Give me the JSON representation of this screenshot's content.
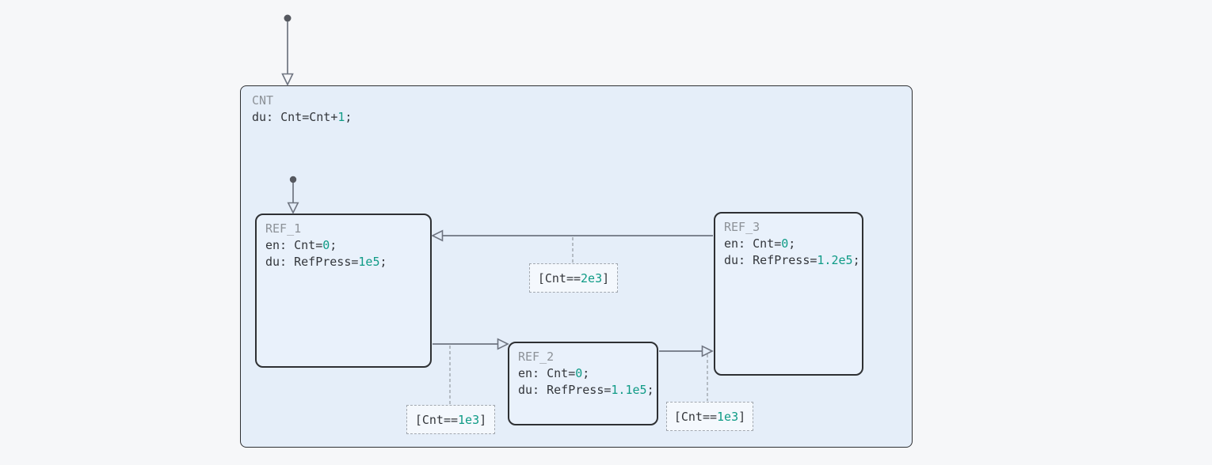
{
  "diagram": {
    "type": "stateflow-state-chart",
    "colors": {
      "page_background": "#f6f7f9",
      "outer_state_fill": "#e5eef9",
      "substate_fill": "#e9f1fb",
      "state_border": "#2e3033",
      "transition_line": "#6e7480",
      "state_title": "#8d9298",
      "code_text": "#33363b",
      "numeric_literal": "#0f9b86",
      "label_dashed_border": "#a2a8b0"
    },
    "states": {
      "cnt": {
        "title": "CNT",
        "du": {
          "pre": "du: Cnt=Cnt+",
          "num": "1",
          "post": ";"
        }
      },
      "ref1": {
        "title": "REF_1",
        "en": {
          "pre": "en: Cnt=",
          "num": "0",
          "post": ";"
        },
        "du": {
          "pre": "du: RefPress=",
          "num": "1e5",
          "post": ";"
        }
      },
      "ref2": {
        "title": "REF_2",
        "en": {
          "pre": "en: Cnt=",
          "num": "0",
          "post": ";"
        },
        "du": {
          "pre": "du: RefPress=",
          "num": "1.1e5",
          "post": ";"
        }
      },
      "ref3": {
        "title": "REF_3",
        "en": {
          "pre": "en: Cnt=",
          "num": "0",
          "post": ";"
        },
        "du": {
          "pre": "du: RefPress=",
          "num": "1.2e5",
          "post": ";"
        }
      }
    },
    "transitions": {
      "default_to_cnt": {
        "label": ""
      },
      "default_to_ref1": {
        "label": ""
      },
      "ref1_to_ref2": {
        "pre": "[Cnt==",
        "num": "1e3",
        "post": "]"
      },
      "ref2_to_ref3": {
        "pre": "[Cnt==",
        "num": "1e3",
        "post": "]"
      },
      "ref3_to_ref1": {
        "pre": "[Cnt==",
        "num": "2e3",
        "post": "]"
      }
    }
  }
}
